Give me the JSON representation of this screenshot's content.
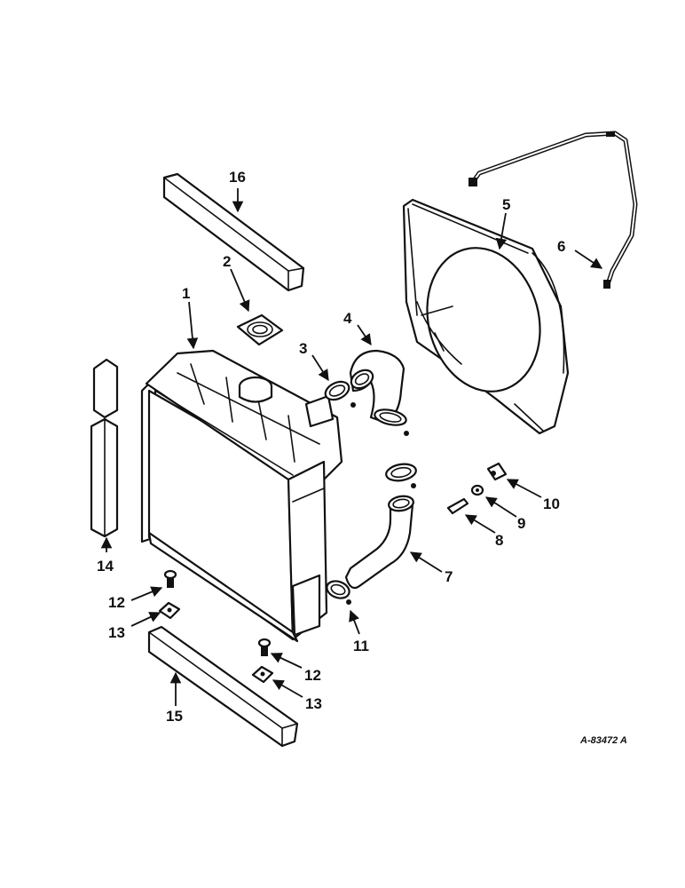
{
  "callouts": {
    "c1": "1",
    "c2": "2",
    "c3": "3",
    "c4": "4",
    "c5": "5",
    "c6": "6",
    "c7": "7",
    "c8": "8",
    "c9": "9",
    "c10": "10",
    "c11": "11",
    "c12a": "12",
    "c12b": "12",
    "c13a": "13",
    "c13b": "13",
    "c14": "14",
    "c15": "15",
    "c16": "16"
  },
  "drawing_number": "A-83472 A"
}
